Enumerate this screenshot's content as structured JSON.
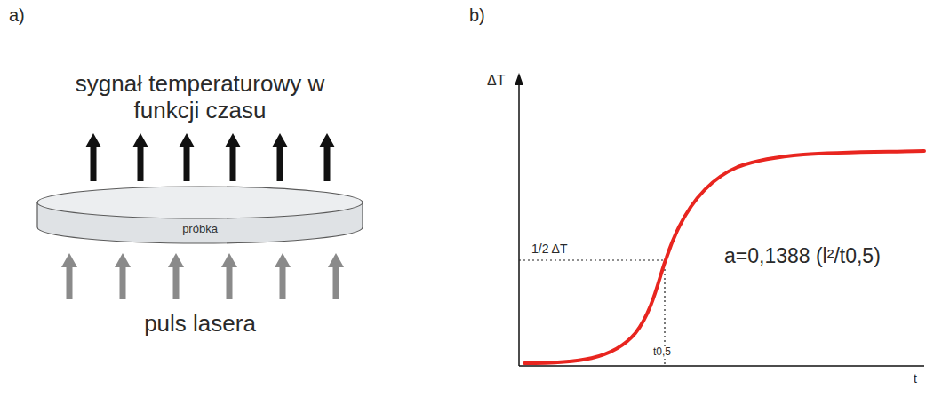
{
  "diagram": {
    "nodes": [
      {
        "text": [
          "próbka"
        ]
      }
    ],
    "labels": [
      "a)",
      "sygnał temperaturowy w funkcji czasu",
      "puls lasera",
      "b)",
      "ΔT",
      "1/2 ΔT",
      "a=0,1388 (l²/t0,5)",
      "t0,5",
      "t"
    ]
  }
}
